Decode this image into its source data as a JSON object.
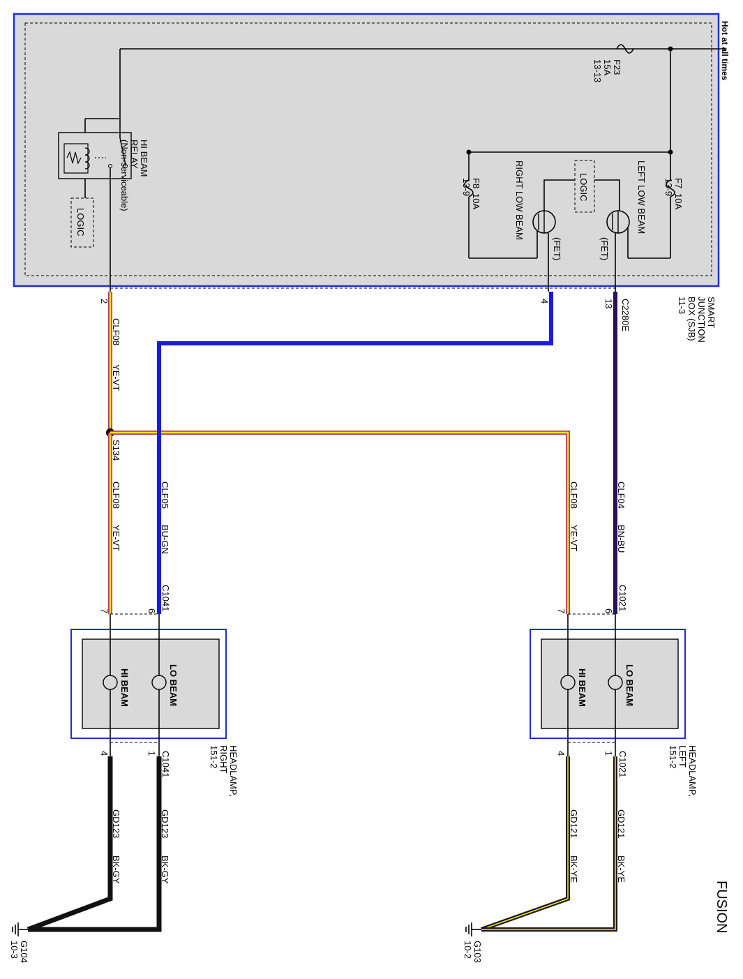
{
  "title": "FUSION",
  "power": {
    "hot_label": "Hot at all times"
  },
  "sjb": {
    "label": [
      "SMART",
      "JUNCTION",
      "BOX (SJB)",
      "11-3"
    ]
  },
  "fuses": [
    {
      "id": "f23",
      "label": [
        "F23",
        "15A",
        "13-13"
      ]
    },
    {
      "id": "f7",
      "label": [
        "F7",
        "10A",
        "13-9"
      ]
    },
    {
      "id": "f8",
      "label": [
        "F8",
        "10A",
        "13-9"
      ]
    }
  ],
  "relay": {
    "label": [
      "HI BEAM",
      "RELAY",
      "(Non-serviceable)"
    ],
    "logic": "LOGIC"
  },
  "fets": {
    "left_label": "LEFT LOW BEAM",
    "right_label": "RIGHT LOW BEAM",
    "left_fet": "(FET)",
    "right_fet": "(FET)",
    "logic": "LOGIC"
  },
  "pins": {
    "sjb_pin2": "2",
    "sjb_pin4": "4",
    "sjb_pin13": "13",
    "sjb_connector": "C2280E",
    "right_in_7": "7",
    "right_in_6": "6",
    "right_in_conn": "C1041",
    "left_in_7": "7",
    "left_in_6": "6",
    "left_in_conn": "C1021",
    "right_out_4": "4",
    "right_out_1": "1",
    "right_out_conn": "C1041",
    "left_out_4": "4",
    "left_out_1": "1",
    "left_out_conn": "C1021"
  },
  "circuits": {
    "clf08_top": "CLF08",
    "yevt_top": "YE-VT",
    "splice": "S134",
    "clf08_right": "CLF08",
    "yevt_right": "YE-VT",
    "clf05": "CLF05",
    "bugn": "BU-GN",
    "clf08_left": "CLF08",
    "yevt_left": "YE-VT",
    "clf04": "CLF04",
    "bnbu": "BN-BU",
    "gd123_a": "GD123",
    "bkgy_a": "BK-GY",
    "gd123_b": "GD123",
    "bkgy_b": "BK-GY",
    "gd121_a": "GD121",
    "bkye_a": "BK-YE",
    "gd121_b": "GD121",
    "bkye_b": "BK-YE"
  },
  "headlamps": {
    "right": {
      "label": [
        "HEADLAMP,",
        "RIGHT",
        "151-2"
      ],
      "hi": "HI BEAM",
      "lo": "LO BEAM"
    },
    "left": {
      "label": [
        "HEADLAMP,",
        "LEFT",
        "151-2"
      ],
      "hi": "HI BEAM",
      "lo": "LO BEAM"
    }
  },
  "grounds": {
    "g104": [
      "G104",
      "10-3"
    ],
    "g103": [
      "G103",
      "10-2"
    ]
  },
  "colors": {
    "box_border": "#1f2fd6",
    "box_fill": "#d9d9d9",
    "wire_blue": "#1a1ae6",
    "wire_yellow": "#f2e21a",
    "wire_violet": "#b03a6a",
    "wire_brown": "#3a1a10",
    "wire_navy": "#20106a"
  }
}
